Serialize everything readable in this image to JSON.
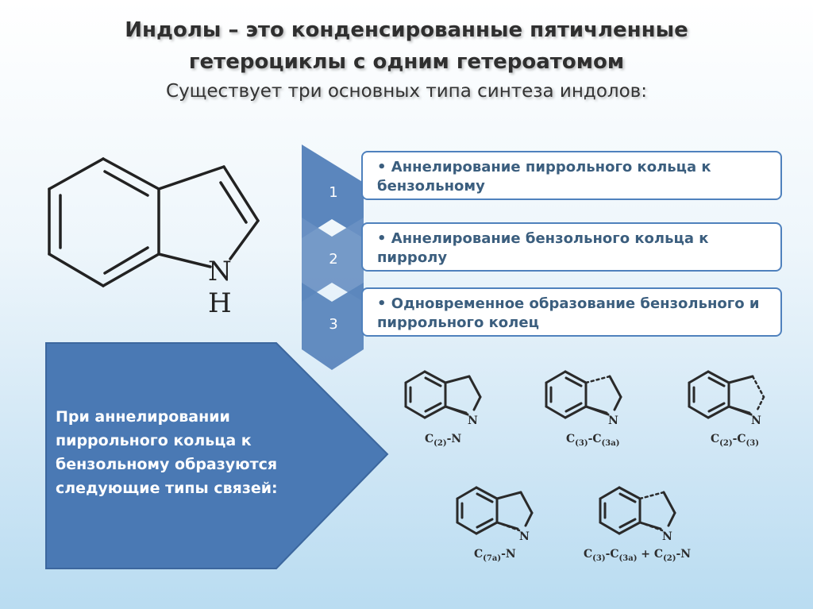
{
  "slide": {
    "title_line1": "Индолы – это конденсированные пятичленные",
    "title_line2": "гетероциклы с одним гетероатомом",
    "subtitle": "Существует три основных типа синтеза индолов:"
  },
  "main_structure": {
    "n_label": "N",
    "h_label": "H"
  },
  "steps": [
    {
      "number": "1",
      "text": "• Аннелирование пиррольного кольца к бензольному"
    },
    {
      "number": "2",
      "text": "• Аннелирование бензольного кольца к пирролу"
    },
    {
      "number": "3",
      "text": "• Одновременное образование бензольного и пиррольного колец"
    }
  ],
  "pentagon_text": "При аннелировании пиррольного кольца к бензольному образуются следующие типы связей:",
  "bond_structures": [
    {
      "n_label": "N",
      "parts": [
        {
          "t": "C",
          "s": "(2)"
        },
        {
          "t": "-N",
          "s": ""
        }
      ]
    },
    {
      "n_label": "N",
      "parts": [
        {
          "t": "C",
          "s": "(3)"
        },
        {
          "t": "-C",
          "s": "(3a)"
        }
      ]
    },
    {
      "n_label": "N",
      "parts": [
        {
          "t": "C",
          "s": "(2)"
        },
        {
          "t": "-C",
          "s": "(3)"
        }
      ]
    },
    {
      "n_label": "N",
      "parts": [
        {
          "t": "C",
          "s": "(7a)"
        },
        {
          "t": "-N",
          "s": ""
        }
      ]
    },
    {
      "n_label": "N",
      "parts": [
        {
          "t": "C",
          "s": "(3)"
        },
        {
          "t": "-C",
          "s": "(3a)"
        },
        {
          "t": " + C",
          "s": "(2)"
        },
        {
          "t": "-N",
          "s": ""
        }
      ]
    }
  ],
  "colors": {
    "accent": "#4f81bd",
    "step_text": "#3b5e7e",
    "title": "#2f2f2f"
  }
}
